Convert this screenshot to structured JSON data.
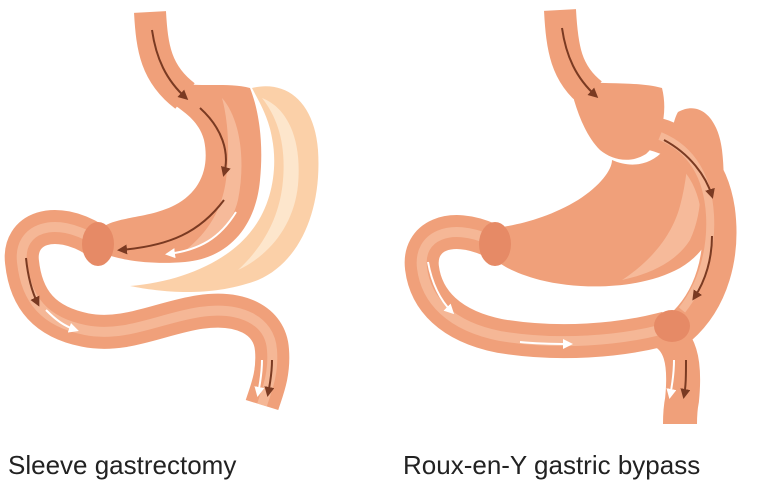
{
  "captions": {
    "left": "Sleeve gastrectomy",
    "right": "Roux-en-Y gastric bypass"
  },
  "colors": {
    "tissue": "#f0a07a",
    "tissue_highlight": "#f7c0a3",
    "tissue_edge": "#e68a66",
    "removed_portion": "#fbd0a8",
    "removed_highlight": "#fde6cc",
    "arrow_dark": "#7a3a22",
    "arrow_light": "#ffffff",
    "caption_text": "#222222"
  },
  "panels": [
    {
      "name": "sleeve-gastrectomy",
      "shows_removed_stomach": true
    },
    {
      "name": "roux-en-y-gastric-bypass",
      "shows_bypass_limb": true
    }
  ]
}
